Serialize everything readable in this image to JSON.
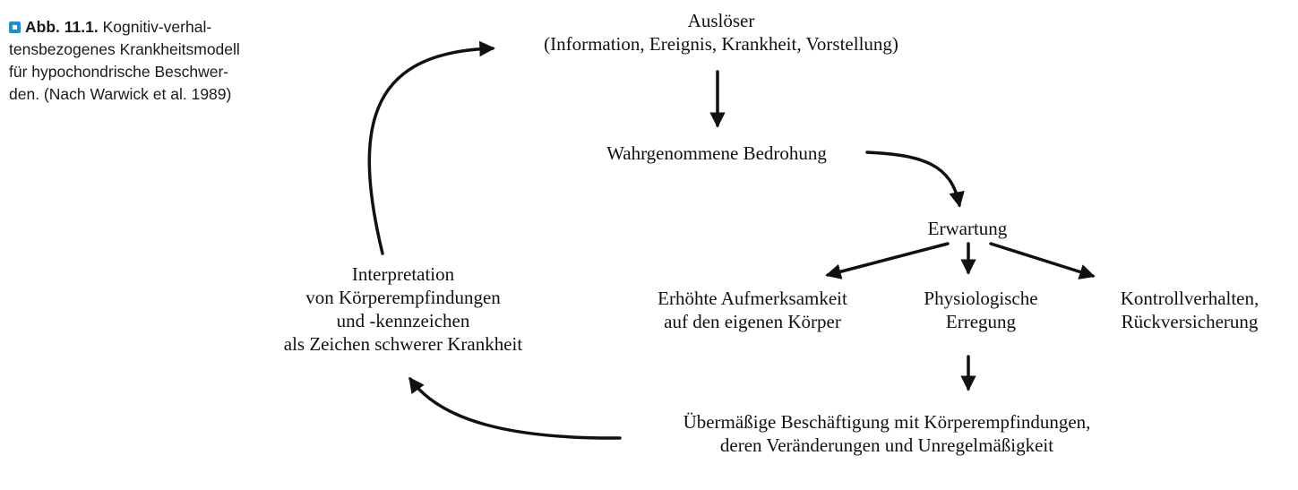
{
  "caption": {
    "label": "Abb. 11.1.",
    "lines": [
      "Kognitiv-verhal-",
      "tensbezogenes Krankheitsmodell",
      "für hypochondrische Beschwer-",
      "den. (Nach Warwick et al. 1989)"
    ]
  },
  "nodes": {
    "ausloeser": {
      "lines": [
        "Auslöser",
        "(Information, Ereignis, Krankheit, Vorstellung)"
      ]
    },
    "bedrohung": {
      "lines": [
        "Wahrgenommene Bedrohung"
      ]
    },
    "erwartung": {
      "lines": [
        "Erwartung"
      ]
    },
    "aufmerksamkeit": {
      "lines": [
        "Erhöhte Aufmerksamkeit",
        "auf den eigenen Körper"
      ]
    },
    "erregung": {
      "lines": [
        "Physiologische",
        "Erregung"
      ]
    },
    "kontrolle": {
      "lines": [
        "Kontrollverhalten,",
        "Rückversicherung"
      ]
    },
    "beschaeftigung": {
      "lines": [
        "Übermäßige Beschäftigung mit Körperempfindungen,",
        "deren Veränderungen und Unregelmäßigkeit"
      ]
    },
    "interpretation": {
      "lines": [
        "Interpretation",
        "von Körperempfindungen",
        "und -kennzeichen",
        "als Zeichen schwerer Krankheit"
      ]
    }
  },
  "colors": {
    "caption_icon": "#1f8fd0",
    "text": "#111111",
    "arrow": "#111111"
  }
}
